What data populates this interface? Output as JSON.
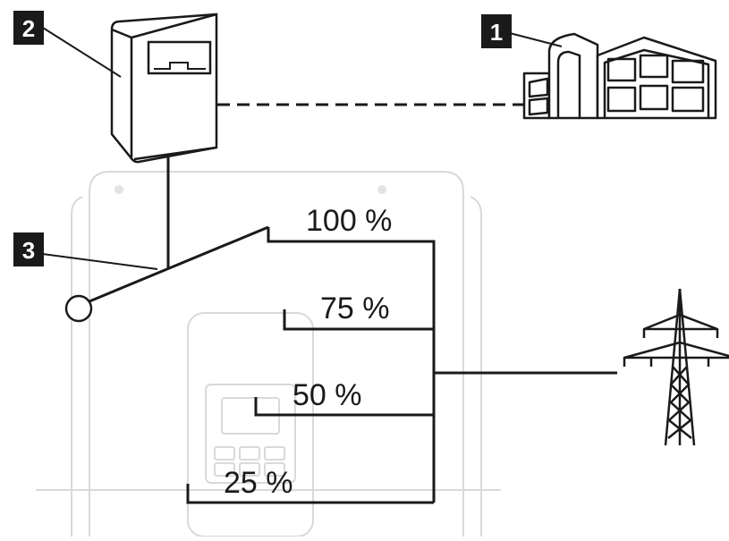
{
  "diagram": {
    "callouts": [
      {
        "id": "badge-1",
        "label": "1"
      },
      {
        "id": "badge-2",
        "label": "2"
      },
      {
        "id": "badge-3",
        "label": "3"
      }
    ],
    "levels": [
      {
        "label": "100 %"
      },
      {
        "label": "75 %"
      },
      {
        "label": "50 %"
      },
      {
        "label": "25 %"
      }
    ]
  }
}
